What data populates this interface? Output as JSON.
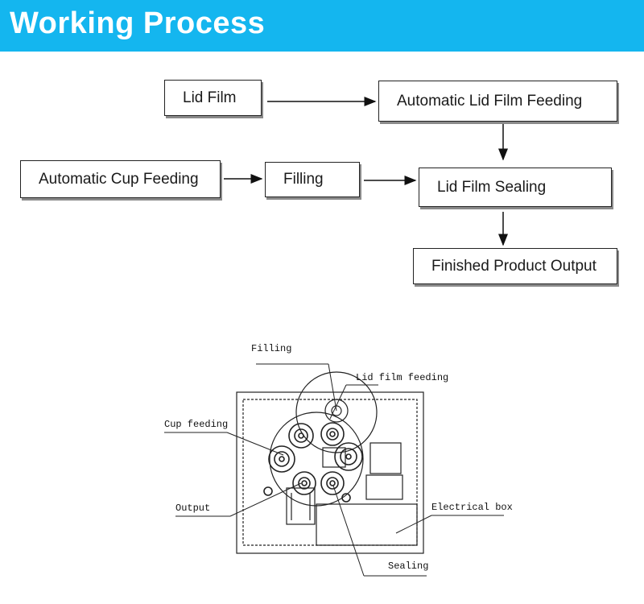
{
  "header": {
    "title": "Working Process"
  },
  "flow": {
    "lid_film": "Lid Film",
    "auto_lid_film_feeding": "Automatic Lid Film Feeding",
    "auto_cup_feeding": "Automatic Cup Feeding",
    "filling": "Filling",
    "lid_film_sealing": "Lid Film Sealing",
    "finished_product_output": "Finished Product Output"
  },
  "machine_labels": {
    "filling": "Filling",
    "lid_film_feeding": "Lid film feeding",
    "cup_feeding": "Cup feeding",
    "output": "Output",
    "electrical_box": "Electrical box",
    "sealing": "Sealing"
  }
}
